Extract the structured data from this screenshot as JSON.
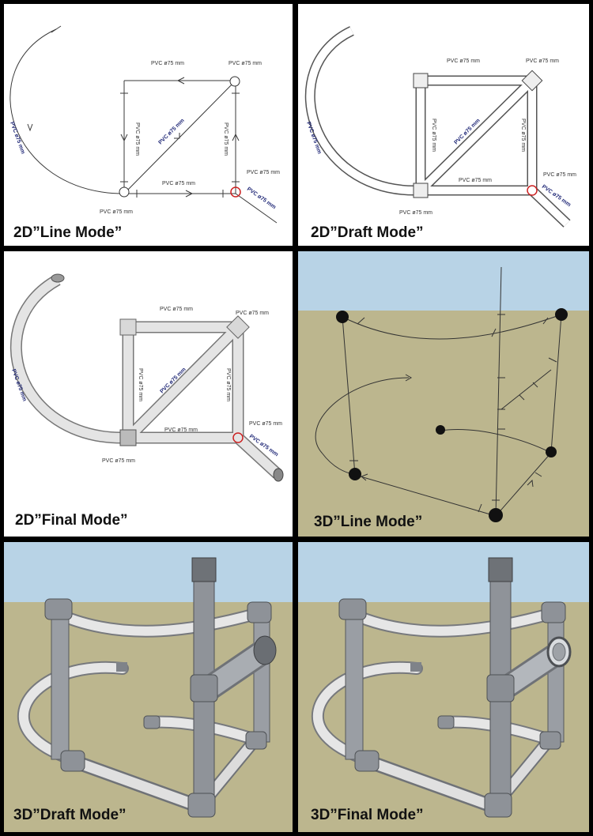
{
  "colors": {
    "sky": "#b8d3e6",
    "ground": "#bcb68e",
    "pipe": "#dcdcdc",
    "fitting": "#8c9096",
    "line": "#3a3a3a",
    "highlight": "#cc2222",
    "label_blue": "#222a78"
  },
  "panels": [
    {
      "caption": "2D”Line Mode”"
    },
    {
      "caption": "2D”Draft Mode”"
    },
    {
      "caption": "2D”Final Mode”"
    },
    {
      "caption": "3D”Line Mode”"
    },
    {
      "caption": "3D”Draft Mode”"
    },
    {
      "caption": "3D”Final Mode”"
    }
  ],
  "pipe_label": "PVC ø75 mm",
  "pipe_label_rotated": "PVC ø75 mm"
}
